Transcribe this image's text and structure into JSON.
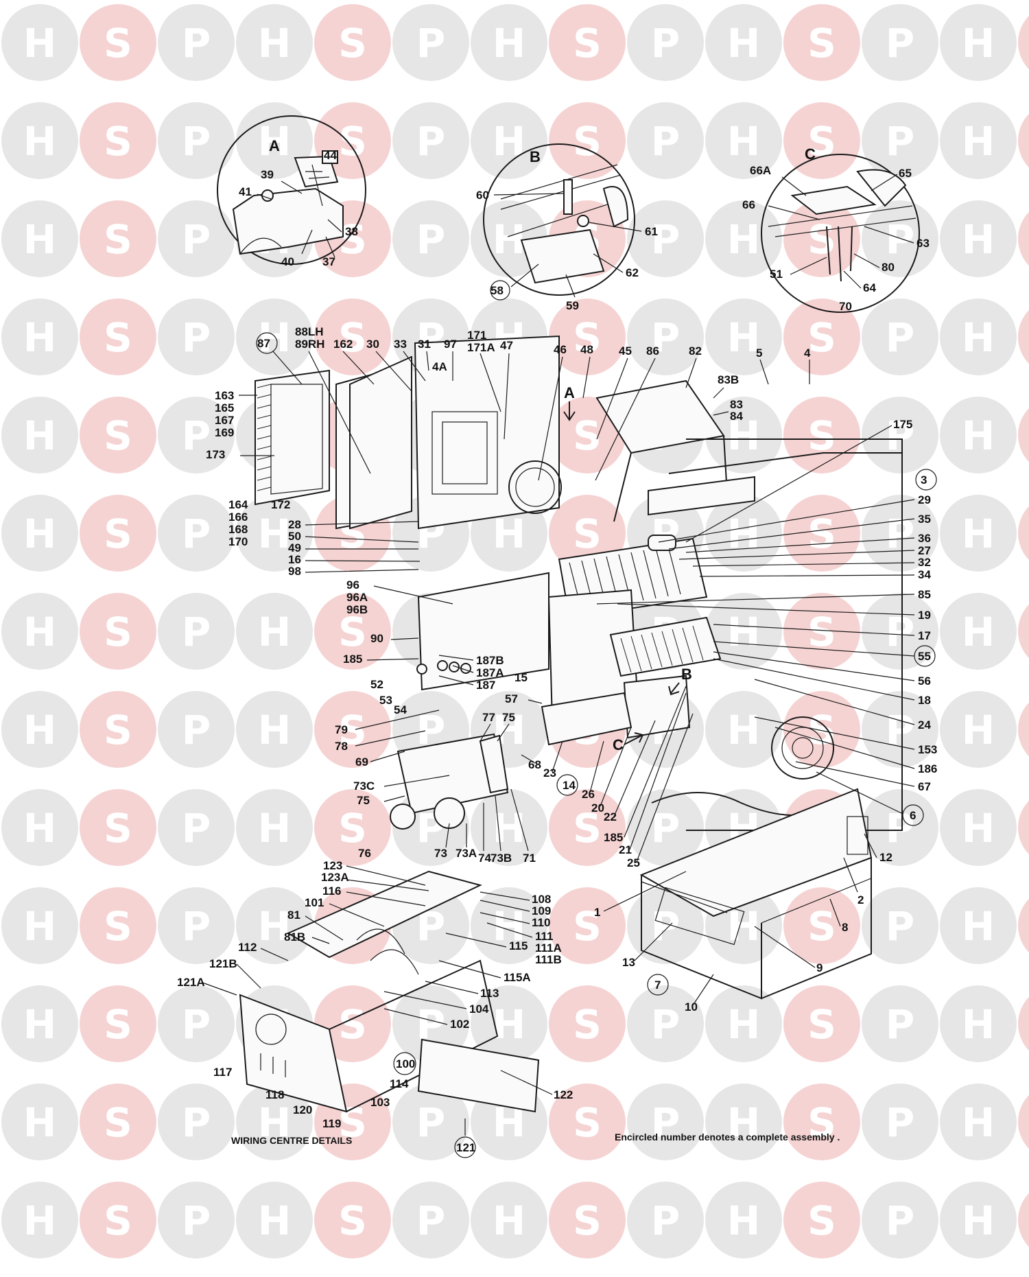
{
  "watermark": {
    "letters": [
      "H",
      "S",
      "P"
    ],
    "colors": [
      "#e6e6e6",
      "#f6d3d3",
      "#e6e6e6"
    ]
  },
  "insets": {
    "a": {
      "title": "A",
      "labels": [
        "44",
        "39",
        "41",
        "38",
        "40",
        "37"
      ]
    },
    "b": {
      "title": "B",
      "labels": [
        "60",
        "61",
        "62",
        "58",
        "59"
      ]
    },
    "c": {
      "title": "C",
      "labels": [
        "66A",
        "65",
        "66",
        "63",
        "51",
        "80",
        "64",
        "70"
      ]
    }
  },
  "callouts": {
    "top_row": [
      "87",
      "88LH",
      "89RH",
      "162",
      "30",
      "33",
      "31",
      "97",
      "171",
      "171A",
      "47",
      "46",
      "48",
      "45",
      "86",
      "82",
      "5",
      "4",
      "4A",
      "83B",
      "83",
      "84",
      "175"
    ],
    "left_side": [
      "163",
      "165",
      "167",
      "169",
      "173",
      "164",
      "166",
      "168",
      "170",
      "172",
      "28",
      "50",
      "49",
      "16",
      "98",
      "96",
      "96A",
      "96B",
      "90",
      "185",
      "187B",
      "187A",
      "187",
      "15",
      "52",
      "53",
      "54",
      "57"
    ],
    "right_side": [
      "3",
      "29",
      "35",
      "36",
      "27",
      "32",
      "34",
      "85",
      "19",
      "17",
      "55",
      "56",
      "18",
      "24",
      "153",
      "186",
      "67",
      "6",
      "12",
      "2",
      "8",
      "9"
    ],
    "lower_middle": [
      "79",
      "78",
      "69",
      "77",
      "75",
      "68",
      "23",
      "14",
      "26",
      "20",
      "22",
      "185",
      "21",
      "25",
      "73C",
      "75",
      "76",
      "73",
      "73A",
      "74",
      "73B",
      "71",
      "1",
      "13",
      "7",
      "10"
    ],
    "arrows": [
      "A",
      "B",
      "C"
    ],
    "wiring_centre": [
      "123",
      "123A",
      "116",
      "101",
      "81",
      "81B",
      "112",
      "121B",
      "121A",
      "108",
      "109",
      "110",
      "111",
      "111A",
      "111B",
      "115",
      "115A",
      "113",
      "104",
      "102",
      "100",
      "114",
      "103",
      "117",
      "118",
      "120",
      "119",
      "121",
      "122"
    ]
  },
  "captions": {
    "wiring": "WIRING CENTRE DETAILS",
    "note": "Encircled number denotes a complete assembly ."
  }
}
